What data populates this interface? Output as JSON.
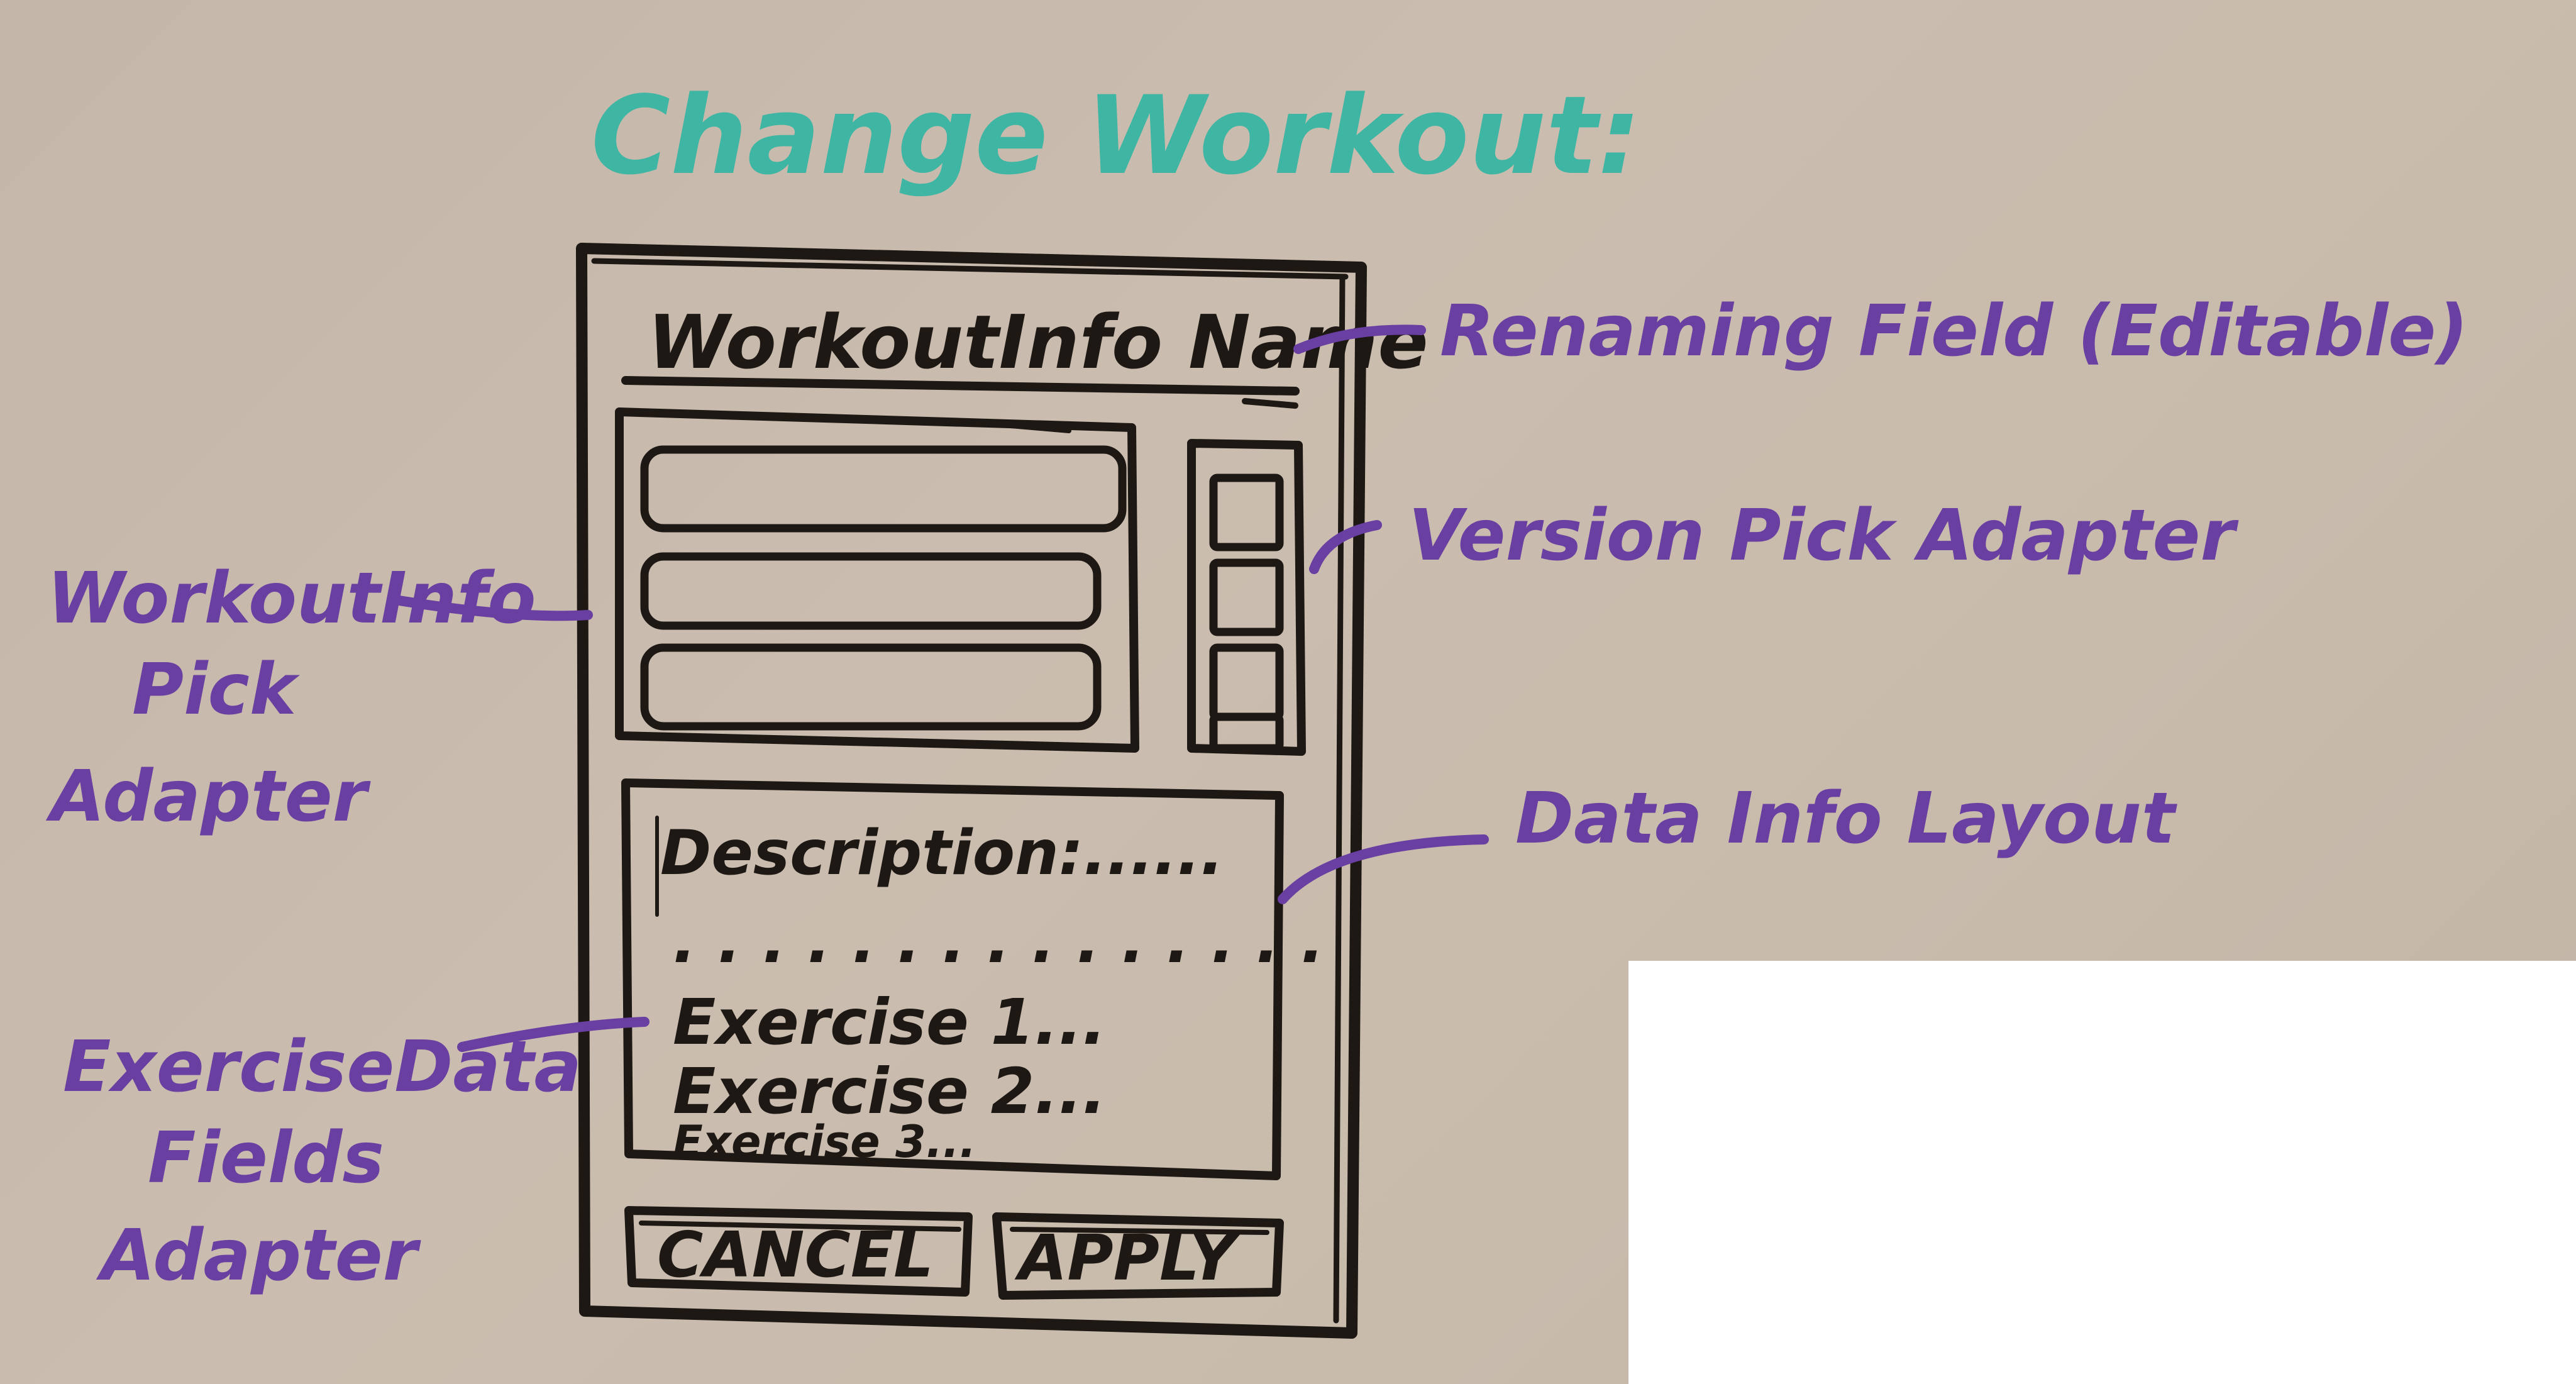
{
  "title": "Change Workout:",
  "mockup": {
    "header_text": "WorkoutInfo Name",
    "description_text": "Description:......",
    "exercises": [
      "Exercise 1...",
      "Exercise 2...",
      "Exercise 3..."
    ],
    "cancel_label": "CANCEL",
    "apply_label": "APPLY"
  },
  "annotations": {
    "renaming_field": "Renaming Field (Editable)",
    "version_pick": "Version Pick Adapter",
    "data_info": "Data Info Layout",
    "workout_pick": [
      "WorkoutInfo",
      "Pick",
      "Adapter"
    ],
    "exercise_fields": [
      "ExerciseData",
      "Fields",
      "Adapter"
    ]
  },
  "colors": {
    "board": "#c8bbac",
    "black_marker": "#1d1814",
    "purple_marker": "#6a3fa2",
    "teal_marker": "#3fb5a3"
  }
}
